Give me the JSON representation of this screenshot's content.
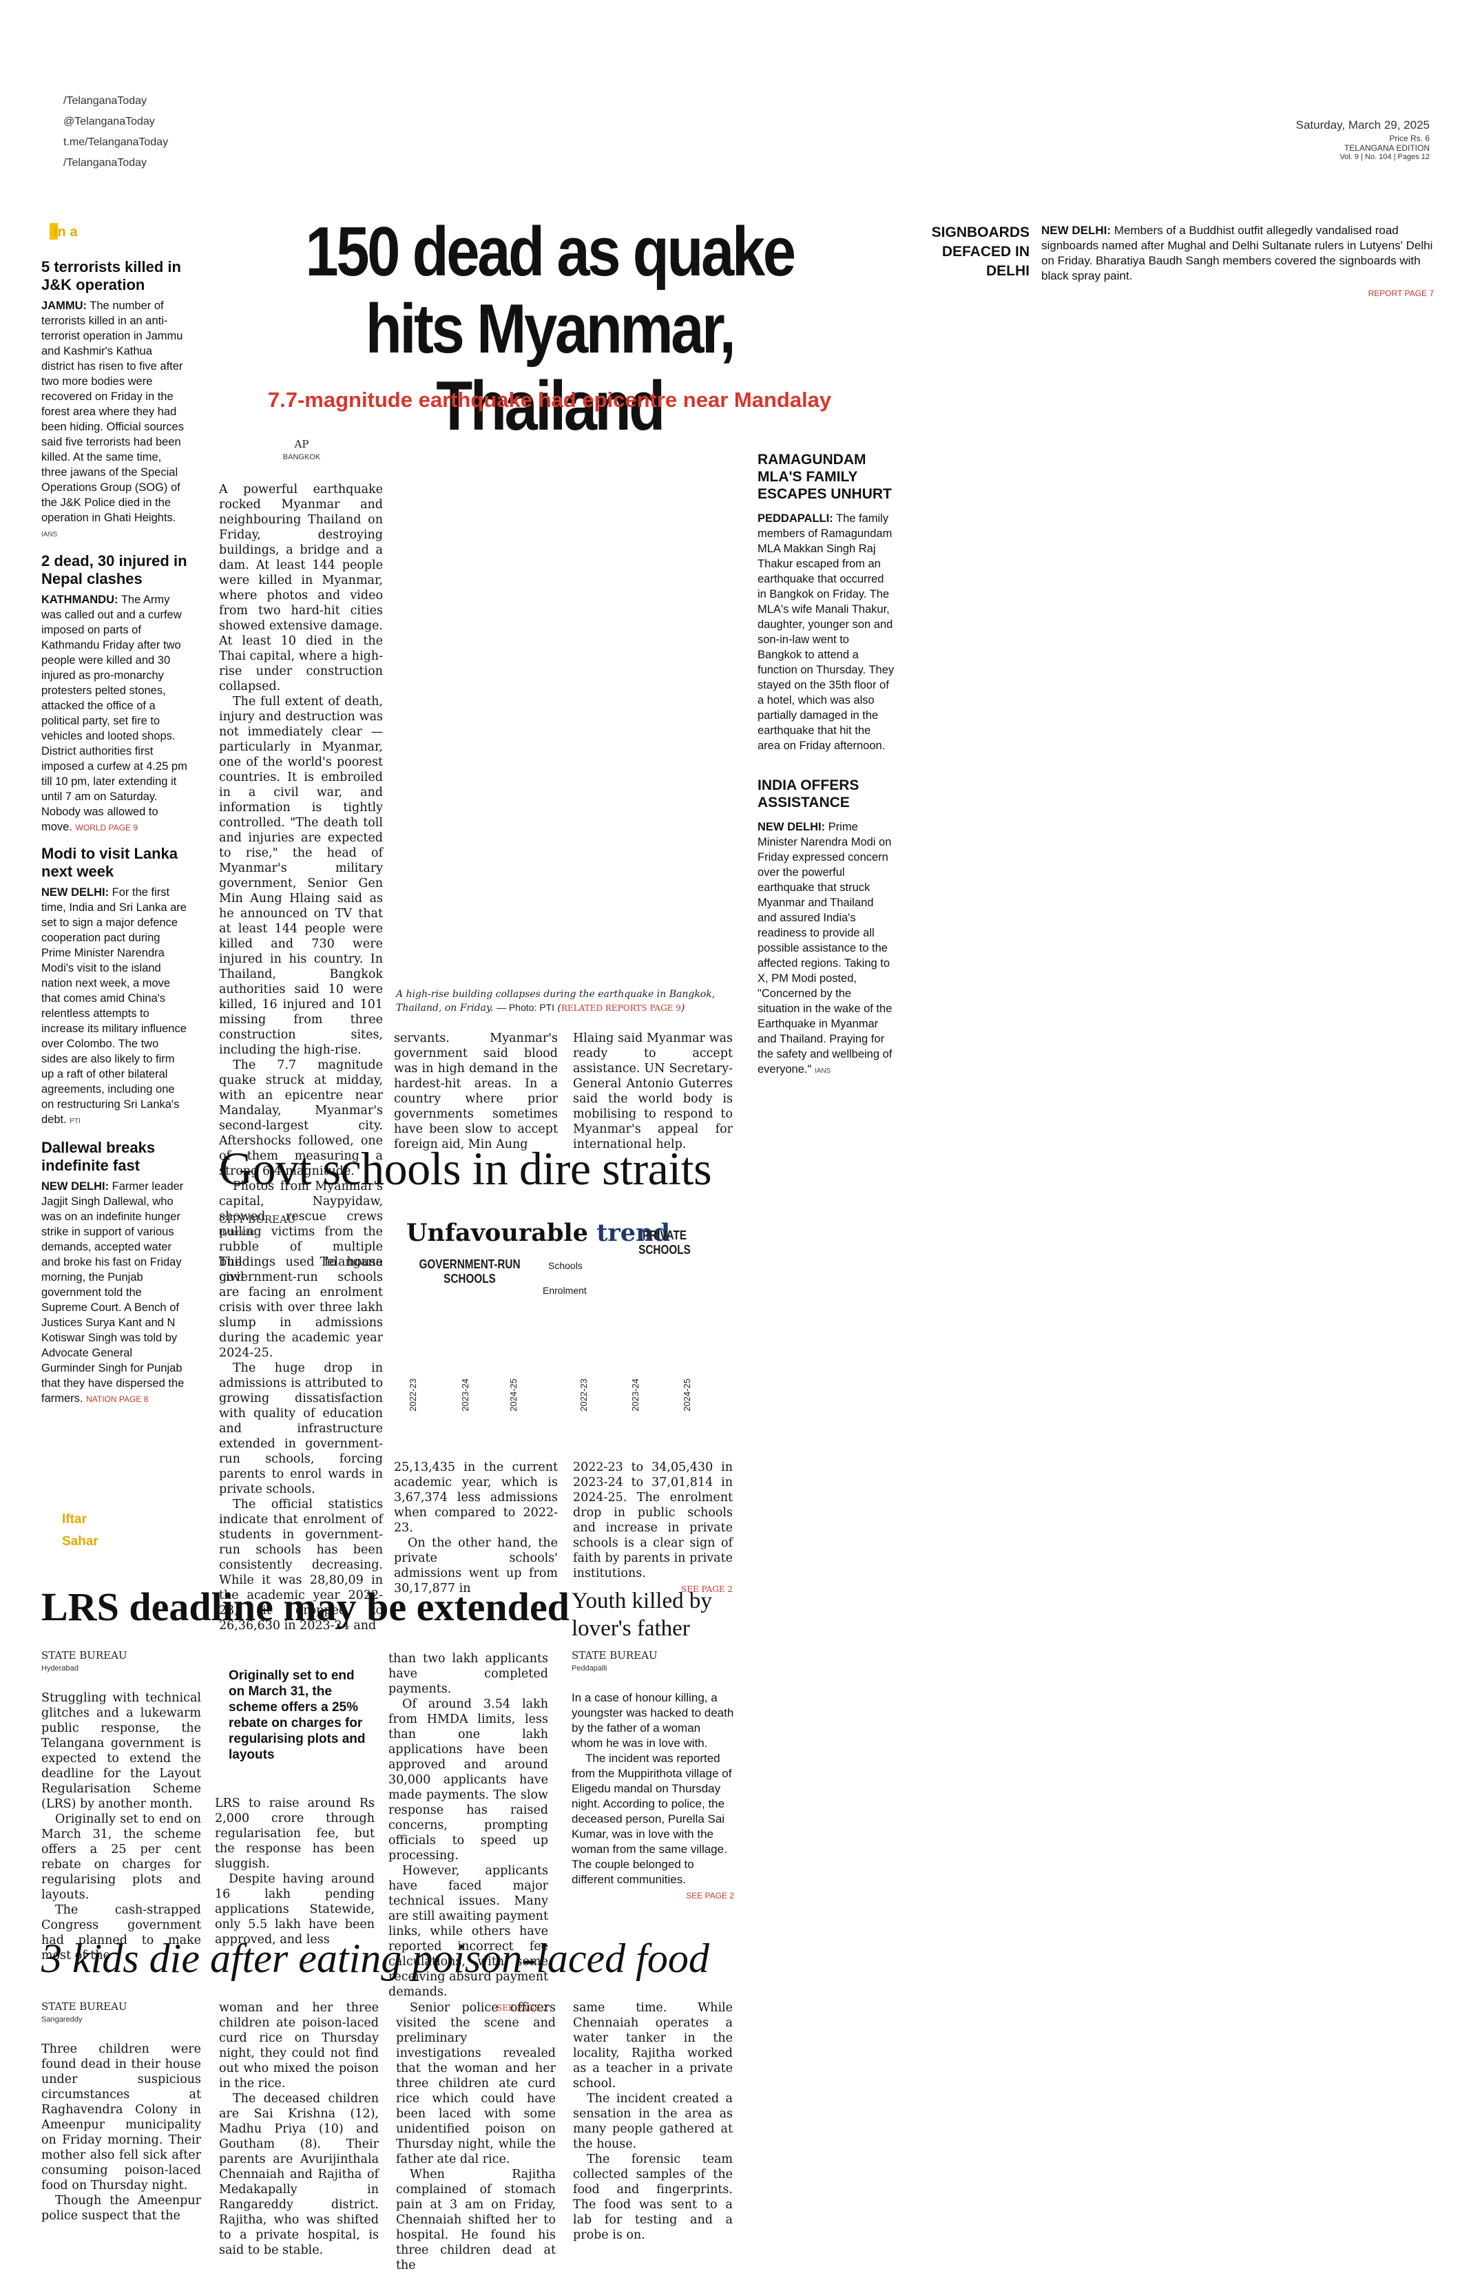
{
  "header": {
    "social": [
      "/TelanganaToday",
      "@TelanganaToday",
      "t.me/TelanganaToday",
      "/TelanganaToday"
    ],
    "date": "Saturday, March 29, 2025",
    "price": "Price Rs. 6",
    "edition": "TELANGANA EDITION",
    "volume": "Vol. 9 | No. 104 | Pages 12"
  },
  "left_column": {
    "label": "In a",
    "items": [
      {
        "headline": "5 terrorists killed in J&K operation",
        "dateline": "JAMMU:",
        "body": "The number of terrorists killed in an anti-terrorist operation in Jammu and Kashmir's Kathua district has risen to five after two more bodies were recovered on Friday in the forest area where they had been hiding. Official sources said five terrorists had been killed. At the same time, three jawans of the Special Operations Group (SOG) of the J&K Police died in the operation in Ghati Heights.",
        "credit": "IANS",
        "ref": ""
      },
      {
        "headline": "2 dead, 30 injured in Nepal clashes",
        "dateline": "KATHMANDU:",
        "body": "The Army was called out and a curfew imposed on parts of Kathmandu Friday after two people were killed and 30 injured as pro-monarchy protesters pelted stones, attacked the office of a political party, set fire to vehicles and looted shops. District authorities first imposed a curfew at 4.25 pm till 10 pm, later extending it until 7 am on Saturday. Nobody was allowed to move.",
        "credit": "",
        "ref": "WORLD PAGE 9"
      },
      {
        "headline": "Modi to visit Lanka next week",
        "dateline": "NEW DELHI:",
        "body": "For the first time, India and Sri Lanka are set to sign a major defence cooperation pact during Prime Minister Narendra Modi's visit to the island nation next week, a move that comes amid China's relentless attempts to increase its military influence over Colombo. The two sides are also likely to firm up a raft of other bilateral agreements, including one on restructuring Sri Lanka's debt.",
        "credit": "PTI",
        "ref": ""
      },
      {
        "headline": "Dallewal breaks indefinite fast",
        "dateline": "NEW DELHI:",
        "body": "Farmer leader Jagjit Singh Dallewal, who was on an indefinite hunger strike in support of various demands, accepted water and broke his fast on Friday morning, the Punjab government told the Supreme Court. A Bench of Justices Surya Kant and N Kotiswar Singh was told by Advocate General Gurminder Singh for Punjab that they have dispersed the farmers.",
        "credit": "",
        "ref": "NATION PAGE 8"
      }
    ],
    "iftar": "Iftar",
    "sahar": "Sahar"
  },
  "lead": {
    "headline": "150 dead as quake hits Myanmar, Thailand",
    "subhead": "7.7-magnitude earthquake had epicentre near Mandalay",
    "byline": "AP",
    "place": "BANGKOK",
    "col1": [
      "A powerful earthquake rocked Myanmar and neighbouring Thailand on Friday, destroying buildings, a bridge and a dam. At least 144 people were killed in Myanmar, where photos and video from two hard-hit cities showed extensive damage. At least 10 died in the Thai capital, where a high-rise under construction collapsed.",
      "The full extent of death, injury and destruction was not immediately clear — particularly in Myanmar, one of the world's poorest countries. It is embroiled in a civil war, and information is tightly controlled. \"The death toll and injuries are expected to rise,\" the head of Myanmar's military government, Senior Gen Min Aung Hlaing said as he announced on TV that at least 144 people were killed and 730 were injured in his country. In Thailand, Bangkok authorities said 10 were killed, 16 injured and 101 missing from three construction sites, including the high-rise.",
      "The 7.7 magnitude quake struck at midday, with an epicentre near Mandalay, Myanmar's second-largest city. Aftershocks followed, one of them measuring a strong 6.4 magnitude.",
      "Photos from Myanmar's capital, Naypyidaw, showed rescue crews pulling victims from the rubble of multiple buildings used to house civil"
    ],
    "caption": "A high-rise building collapses during the earthquake in Bangkok, Thailand, on Friday.",
    "caption_credit": "— Photo: PTI",
    "caption_ref": "RELATED REPORTS PAGE 9",
    "col2": "servants. Myanmar's government said blood was in high demand in the hardest-hit areas. In a country where prior governments sometimes have been slow to accept foreign aid, Min Aung",
    "col3": "Hlaing said Myanmar was ready to accept assistance. UN Secretary-General Antonio Guterres said the world body is mobilising to respond to Myanmar's appeal for international help."
  },
  "top_right": {
    "label": "SIGNBOARDS DEFACED IN DELHI",
    "dateline": "NEW DELHI:",
    "body": "Members of a Buddhist outfit allegedly vandalised road signboards named after Mughal and Delhi Sultanate rulers in Lutyens' Delhi on Friday. Bharatiya Baudh Sangh members covered the signboards with black spray paint.",
    "ref": "REPORT PAGE 7"
  },
  "right_column": [
    {
      "headline": "RAMAGUNDAM MLA'S FAMILY ESCAPES UNHURT",
      "dateline": "PEDDAPALLI:",
      "body": "The family members of Ramagundam MLA Makkan Singh Raj Thakur escaped from an earthquake that occurred in Bangkok on Friday. The MLA's wife Manali Thakur, daughter, younger son and son-in-law went to Bangkok to attend a function on Thursday. They stayed on the 35th floor of a hotel, which was also partially damaged in the earthquake that hit the area on Friday afternoon.",
      "credit": ""
    },
    {
      "headline": "INDIA OFFERS ASSISTANCE",
      "dateline": "NEW DELHI:",
      "body": "Prime Minister Narendra Modi on Friday expressed concern over the powerful earthquake that struck Myanmar and Thailand and assured India's readiness to provide all possible assistance to the affected regions. Taking to X, PM Modi posted, \"Concerned by the situation in the wake of the Earthquake in Myanmar and Thailand. Praying for the safety and wellbeing of everyone.\"",
      "credit": "IANS"
    }
  ],
  "schools": {
    "headline": "Govt schools in dire straits",
    "byline": "CITY BUREAU",
    "place": "Hyderabad",
    "col1": [
      "The Telangana government-run schools are facing an enrolment crisis with over three lakh slump in admissions during the academic year 2024-25.",
      "The huge drop in admissions is attributed to growing dissatisfaction with quality of education and infrastructure extended in government-run schools, forcing parents to enrol wards in private schools.",
      "The official statistics indicate that enrolment of students in government-run schools has been consistently decreasing. While it was 28,80,09 in the academic year 2022-23, it dropped to 26,36,630 in 2023-24 and"
    ],
    "col2": [
      "25,13,435 in the current academic year, which is 3,67,374 less admissions when compared to 2022-23.",
      "On the other hand, the private schools' admissions went up from 30,17,877 in"
    ],
    "col3": "2022-23 to 34,05,430 in 2023-24 to 37,01,814 in 2024-25. The enrolment drop in public schools and increase in private schools is a clear sign of faith by parents in private institutions.",
    "ref": "SEE PAGE 2"
  },
  "chart_data": {
    "type": "bar",
    "title": "Unfavourable trend",
    "title_a": "Unfavourable",
    "title_b": "trend",
    "legend": [
      "Schools",
      "Enrolment"
    ],
    "groups": [
      {
        "name": "GOVERNMENT-RUN SCHOOLS",
        "categories": [
          "2022-23",
          "2023-24",
          "2024-25"
        ]
      },
      {
        "name": "PRIVATE SCHOOLS",
        "categories": [
          "2022-23",
          "2023-24",
          "2024-25"
        ]
      }
    ]
  },
  "lrs": {
    "headline": "LRS deadline may be extended",
    "byline": "STATE BUREAU",
    "place": "Hyderabad",
    "col1": [
      "Struggling with technical glitches and a lukewarm public response, the Telangana government is expected to extend the deadline for the Layout Regularisation Scheme (LRS) by another month.",
      "Originally set to end on March 31, the scheme offers a 25 per cent rebate on charges for regularising plots and layouts.",
      "The cash-strapped Congress government had planned to make most of the"
    ],
    "pullquote": "Originally set to end on March 31, the scheme offers a 25% rebate on charges for regularising plots and layouts",
    "col2": [
      "LRS to raise around Rs 2,000 crore through regularisation fee, but the response has been sluggish.",
      "Despite having around 16 lakh pending applications Statewide, only 5.5 lakh have been approved, and less"
    ],
    "col3": [
      "than two lakh applicants have completed payments.",
      "Of around 3.54 lakh from HMDA limits, less than one lakh applications have been approved and around 30,000 applicants have made payments. The slow response has raised concerns, prompting officials to speed up processing.",
      "However, applicants have faced major technical issues. Many are still awaiting payment links, while others have reported incorrect fee calculations, with some receiving absurd payment demands."
    ],
    "ref": "SEE PAGE 2"
  },
  "youth": {
    "headline": "Youth killed by lover's father",
    "byline": "STATE BUREAU",
    "place": "Peddapalli",
    "body": [
      "In a case of honour killing, a youngster was hacked to death by the father of a woman whom he was in love with.",
      "The incident was reported from the Muppirithota village of Eligedu mandal on Thursday night. According to police, the deceased person, Purella Sai Kumar, was in love with the woman from the same village. The couple belonged to different communities."
    ],
    "ref": "SEE PAGE 2"
  },
  "poison": {
    "headline": "3 kids die after eating poison-laced food",
    "byline": "STATE BUREAU",
    "place": "Sangareddy",
    "col1": [
      "Three children were found dead in their house under suspicious circumstances at Raghavendra Colony in Ameenpur municipality on Friday morning. Their mother also fell sick after consuming poison-laced food on Thursday night.",
      "Though the Ameenpur police suspect that the"
    ],
    "col2": [
      "woman and her three children ate poison-laced curd rice on Thursday night, they could not find out who mixed the poison in the rice.",
      "The deceased children are Sai Krishna (12), Madhu Priya (10) and Goutham (8). Their parents are Avurijinthala Chennaiah and Rajitha of Medakapally in Rangareddy district. Rajitha, who was shifted to a private hospital, is said to be stable."
    ],
    "col3": [
      "Senior police officers visited the scene and preliminary investigations revealed that the woman and her three children ate curd rice which could have been laced with some unidentified poison on Thursday night, while the father ate dal rice.",
      "When Rajitha complained of stomach pain at 3 am on Friday, Chennaiah shifted her to hospital. He found his three children dead at the"
    ],
    "col4": [
      "same time. While Chennaiah operates a water tanker in the locality, Rajitha worked as a teacher in a private school.",
      "The incident created a sensation in the area as many people gathered at the house.",
      "The forensic team collected samples of the food and fingerprints. The food was sent to a lab for testing and a probe is on."
    ]
  },
  "colors": {
    "accent_red": "#d9362b",
    "headline_blue": "#1f3a6b",
    "yellow": "#f2c200"
  }
}
